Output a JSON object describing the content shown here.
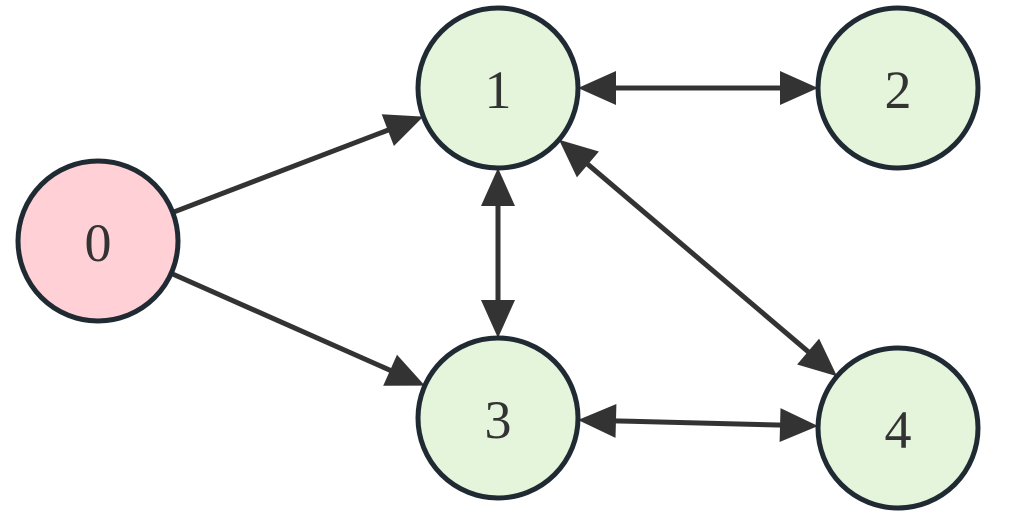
{
  "graph": {
    "colors": {
      "start_fill": "#ffd1d6",
      "node_fill": "#e5f5dc",
      "stroke": "#1f2a33",
      "edge": "#333333"
    },
    "nodes": [
      {
        "id": "0",
        "label": "0",
        "role": "start"
      },
      {
        "id": "1",
        "label": "1",
        "role": "normal"
      },
      {
        "id": "2",
        "label": "2",
        "role": "normal"
      },
      {
        "id": "3",
        "label": "3",
        "role": "normal"
      },
      {
        "id": "4",
        "label": "4",
        "role": "normal"
      }
    ],
    "edges": [
      {
        "from": "0",
        "to": "1",
        "bidirectional": false
      },
      {
        "from": "0",
        "to": "3",
        "bidirectional": false
      },
      {
        "from": "1",
        "to": "2",
        "bidirectional": true
      },
      {
        "from": "1",
        "to": "3",
        "bidirectional": true
      },
      {
        "from": "1",
        "to": "4",
        "bidirectional": true
      },
      {
        "from": "3",
        "to": "4",
        "bidirectional": true
      }
    ]
  }
}
